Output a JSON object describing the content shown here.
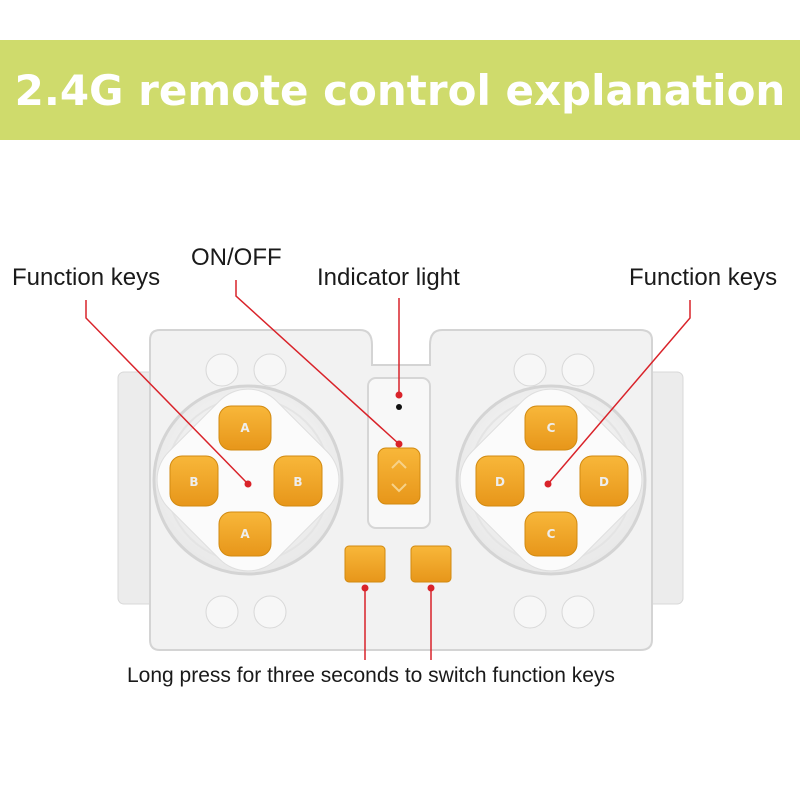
{
  "banner": {
    "title": "2.4G remote control explanation",
    "color": "#cfdb6c"
  },
  "labels": {
    "function_keys_left": "Function keys",
    "on_off": "ON/OFF",
    "indicator_light": "Indicator light",
    "function_keys_right": "Function keys",
    "long_press": "Long press for three seconds to switch function keys"
  },
  "keys": {
    "left_top": "A",
    "left_bottom": "A",
    "left_left": "B",
    "left_right": "B",
    "right_top": "C",
    "right_bottom": "C",
    "right_left": "D",
    "right_right": "D"
  },
  "colors": {
    "key_orange": "#f4a623",
    "key_letter": "#e8e8e8",
    "leader_line": "#d9232a",
    "remote_body": "#f3f3f3",
    "remote_edge": "#d6d6d6"
  }
}
